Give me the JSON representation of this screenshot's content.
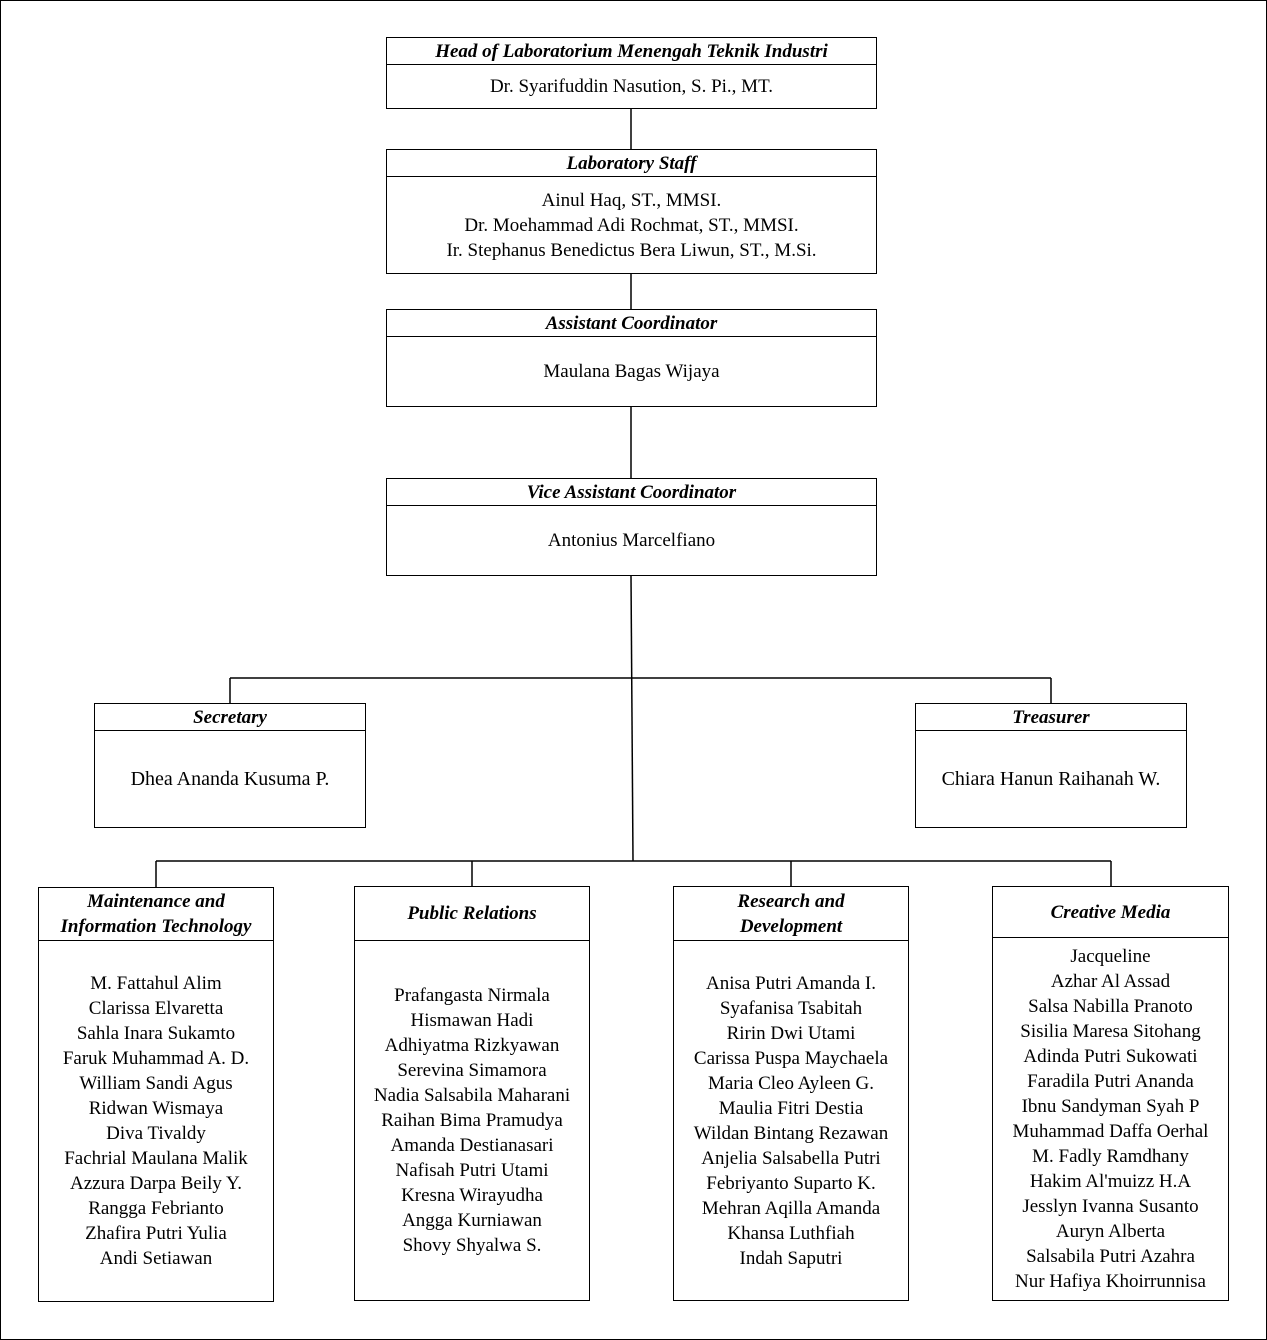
{
  "head": {
    "title": "Head of Laboratorium Menengah Teknik Industri",
    "members": [
      "Dr. Syarifuddin Nasution, S. Pi., MT."
    ]
  },
  "staff": {
    "title": "Laboratory Staff",
    "members": [
      "Ainul Haq, ST., MMSI.",
      "Dr. Moehammad Adi Rochmat, ST., MMSI.",
      "Ir. Stephanus Benedictus Bera Liwun, ST., M.Si."
    ]
  },
  "coordinator": {
    "title": "Assistant Coordinator",
    "members": [
      "Maulana Bagas Wijaya"
    ]
  },
  "vice": {
    "title": "Vice Assistant Coordinator",
    "members": [
      "Antonius Marcelfiano"
    ]
  },
  "secretary": {
    "title": "Secretary",
    "members": [
      "Dhea Ananda Kusuma P."
    ]
  },
  "treasurer": {
    "title": "Treasurer",
    "members": [
      "Chiara Hanun Raihanah W."
    ]
  },
  "departments": [
    {
      "title": [
        "Maintenance and",
        "Information Technology"
      ],
      "members": [
        "M. Fattahul Alim",
        "Clarissa Elvaretta",
        "Sahla Inara Sukamto",
        "Faruk Muhammad A. D.",
        "William Sandi Agus",
        "Ridwan Wismaya",
        "Diva Tivaldy",
        "Fachrial Maulana Malik",
        "Azzura Darpa Beily Y.",
        "Rangga Febrianto",
        "Zhafira Putri Yulia",
        "Andi Setiawan"
      ]
    },
    {
      "title": [
        "Public Relations"
      ],
      "members": [
        "Prafangasta Nirmala",
        "Hismawan Hadi",
        "Adhiyatma Rizkyawan",
        "Serevina Simamora",
        "Nadia Salsabila Maharani",
        "Raihan Bima Pramudya",
        "Amanda Destianasari",
        "Nafisah Putri Utami",
        "Kresna Wirayudha",
        "Angga Kurniawan",
        "Shovy Shyalwa S."
      ]
    },
    {
      "title": [
        "Research and",
        "Development"
      ],
      "members": [
        "Anisa Putri Amanda I.",
        "Syafanisa Tsabitah",
        "Ririn Dwi Utami",
        "Carissa Puspa Maychaela",
        "Maria Cleo Ayleen G.",
        "Maulia Fitri Destia",
        "Wildan Bintang Rezawan",
        "Anjelia Salsabella Putri",
        "Febriyanto Suparto K.",
        "Mehran Aqilla Amanda",
        "Khansa Luthfiah",
        "Indah Saputri"
      ]
    },
    {
      "title": [
        "Creative Media"
      ],
      "members": [
        "Jacqueline",
        "Azhar Al Assad",
        "Salsa Nabilla Pranoto",
        "Sisilia Maresa Sitohang",
        "Adinda Putri Sukowati",
        "Faradila Putri Ananda",
        "Ibnu Sandyman Syah P",
        "Muhammad Daffa Oerhal",
        "M. Fadly Ramdhany",
        "Hakim Al'muizz H.A",
        "Jesslyn Ivanna Susanto",
        "Auryn Alberta",
        "Salsabila Putri Azahra",
        "Nur Hafiya Khoirrunnisa"
      ]
    }
  ]
}
